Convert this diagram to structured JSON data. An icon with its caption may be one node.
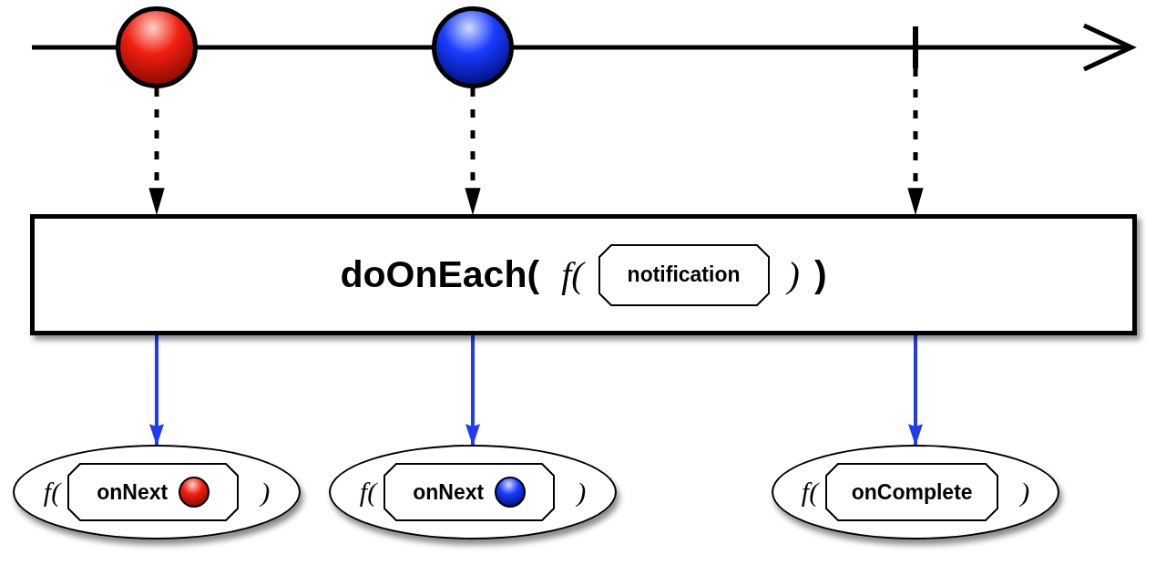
{
  "diagram": {
    "nodes": [
      {
        "text": [],
        "shape": "circle"
      },
      {
        "text": [],
        "shape": "circle"
      },
      {
        "text": [],
        "shape": "bar"
      },
      {
        "text": [
          "doOnEach(",
          "f(",
          ")",
          ")"
        ]
      },
      {
        "text": [
          "notification"
        ],
        "in": 3
      },
      {
        "text": [
          "f(",
          ")"
        ]
      },
      {
        "text": [
          "onNext"
        ],
        "in": 5
      },
      {
        "text": [],
        "shape": "circle",
        "in": 6
      },
      {
        "text": [
          "f(",
          ")"
        ]
      },
      {
        "text": [
          "onNext"
        ],
        "in": 8
      },
      {
        "text": [],
        "shape": "circle",
        "in": 9
      },
      {
        "text": [
          "f(",
          ")"
        ]
      },
      {
        "text": [
          "onComplete"
        ],
        "in": 11
      }
    ],
    "edges": [
      {
        "from": 0,
        "to": 3,
        "arrow": "to",
        "style": "dashed"
      },
      {
        "from": 1,
        "to": 3,
        "arrow": "to",
        "style": "dashed"
      },
      {
        "from": 2,
        "to": 3,
        "arrow": "to",
        "style": "dashed"
      },
      {
        "from": 3,
        "to": 5,
        "arrow": "to",
        "color": "#1f3cf0"
      },
      {
        "from": 3,
        "to": 8,
        "arrow": "to",
        "color": "#1f3cf0"
      },
      {
        "from": 3,
        "to": 11,
        "arrow": "to",
        "color": "#1f3cf0"
      }
    ]
  }
}
